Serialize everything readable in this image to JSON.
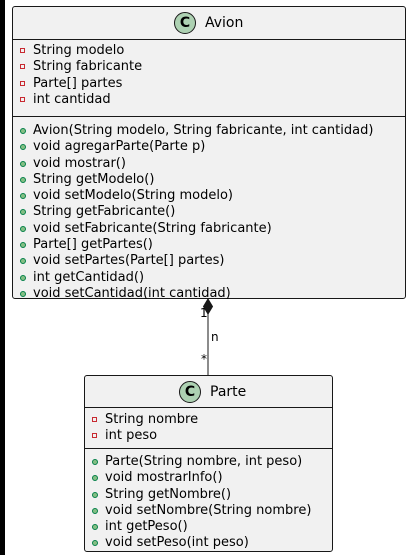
{
  "classes": {
    "avion": {
      "stereotype_letter": "C",
      "name": "Avion",
      "attributes": [
        "String modelo",
        "String fabricante",
        "Parte[] partes",
        "int cantidad"
      ],
      "methods": [
        "Avion(String modelo, String fabricante, int cantidad)",
        "void agregarParte(Parte p)",
        "void mostrar()",
        "String getModelo()",
        "void setModelo(String modelo)",
        "String getFabricante()",
        "void setFabricante(String fabricante)",
        "Parte[] getPartes()",
        "void setPartes(Parte[] partes)",
        "int getCantidad()",
        "void setCantidad(int cantidad)"
      ]
    },
    "parte": {
      "stereotype_letter": "C",
      "name": "Parte",
      "attributes": [
        "String nombre",
        "int peso"
      ],
      "methods": [
        "Parte(String nombre, int peso)",
        "void mostrarInfo()",
        "String getNombre()",
        "void setNombre(String nombre)",
        "int getPeso()",
        "void setPeso(int peso)"
      ]
    }
  },
  "relationship": {
    "type": "composition",
    "source_multiplicity": "1",
    "label": "n",
    "target_multiplicity": "*"
  },
  "colors": {
    "class_fill": "#f1f1f1",
    "class_border": "#181818",
    "class_icon": "#add1b2",
    "private_marker": "#c82930",
    "public_marker": "#84be84"
  }
}
